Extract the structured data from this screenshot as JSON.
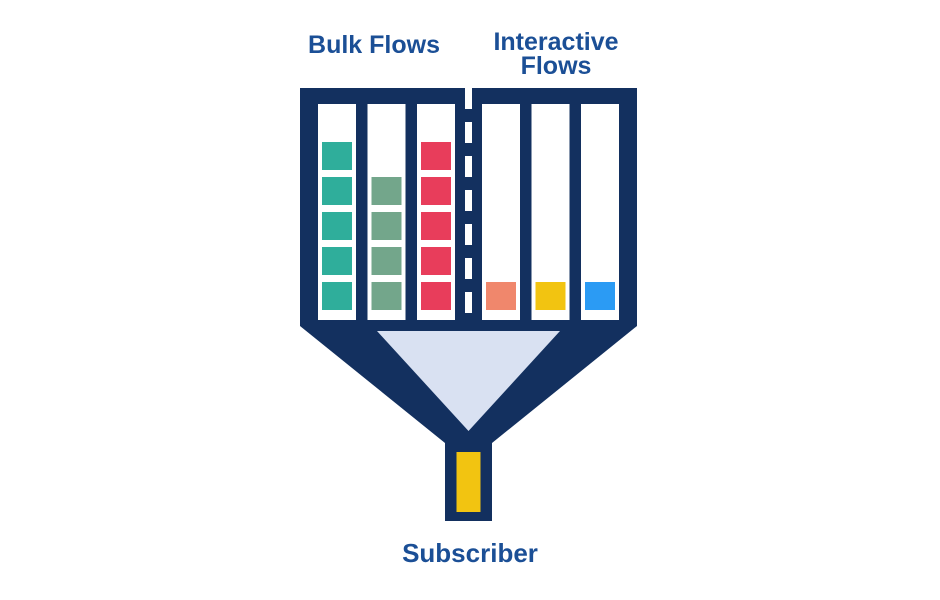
{
  "diagram": {
    "labels": {
      "bulk_flows": "Bulk Flows",
      "interactive_line1": "Interactive",
      "interactive_line2": "Flows",
      "subscriber": "Subscriber"
    },
    "colors": {
      "funnel_navy": "#13305F",
      "label_text": "#1B4F96",
      "queue_background": "#FFFFFF",
      "divider_white": "#FFFFFF",
      "funnel_mouth": "#D9E1F2",
      "spout_packet": "#F2C411"
    },
    "groups": {
      "left": "bulk",
      "right": "interactive"
    },
    "queues": [
      {
        "name": "bulk-queue-1",
        "group": "bulk",
        "block_color": "#2FAE9B",
        "blocks": 5
      },
      {
        "name": "bulk-queue-2",
        "group": "bulk",
        "block_color": "#73A68B",
        "blocks": 4
      },
      {
        "name": "bulk-queue-3",
        "group": "bulk",
        "block_color": "#E83D5B",
        "blocks": 5
      },
      {
        "name": "interactive-queue-1",
        "group": "interactive",
        "block_color": "#F0876C",
        "blocks": 1
      },
      {
        "name": "interactive-queue-2",
        "group": "interactive",
        "block_color": "#F2C411",
        "blocks": 1
      },
      {
        "name": "interactive-queue-3",
        "group": "interactive",
        "block_color": "#2B9BF4",
        "blocks": 1
      }
    ]
  }
}
